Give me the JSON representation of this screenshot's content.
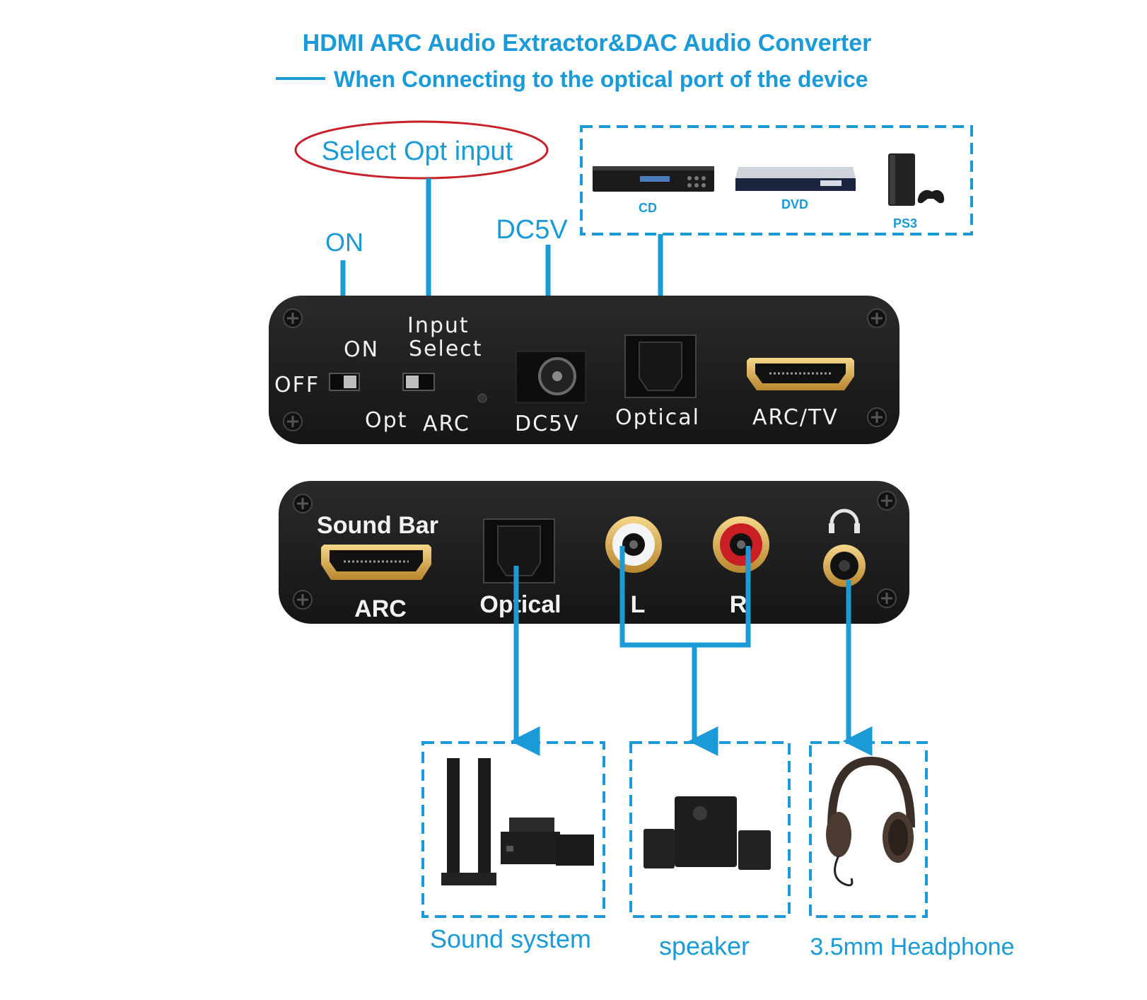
{
  "title": "HDMI ARC Audio Extractor&DAC Audio Converter",
  "subtitle": "When Connecting to the optical port of the device",
  "colors": {
    "accent": "#1a9bd7",
    "panel": "#1e1e1e",
    "callout": "#c8202a",
    "label_white": "#f2f2f2"
  },
  "callouts": {
    "select_opt": "Select Opt  input",
    "on": "ON",
    "dc5v": "DC5V"
  },
  "sources": {
    "cd": "CD",
    "dvd": "DVD",
    "ps3": "PS3"
  },
  "front_panel": {
    "off": "OFF",
    "on": "ON",
    "input": "Input",
    "select": "Select",
    "opt": "Opt",
    "arc": "ARC",
    "dc5v": "DC5V",
    "optical": "Optical",
    "arc_tv": "ARC/TV"
  },
  "rear_panel": {
    "sound_bar": "Sound Bar",
    "arc": "ARC",
    "optical": "Optical",
    "left": "L",
    "right": "R",
    "headphone_icon": "headphone-icon"
  },
  "outputs": {
    "sound_system": "Sound system",
    "speaker": "speaker",
    "headphone": "3.5mm Headphone"
  }
}
